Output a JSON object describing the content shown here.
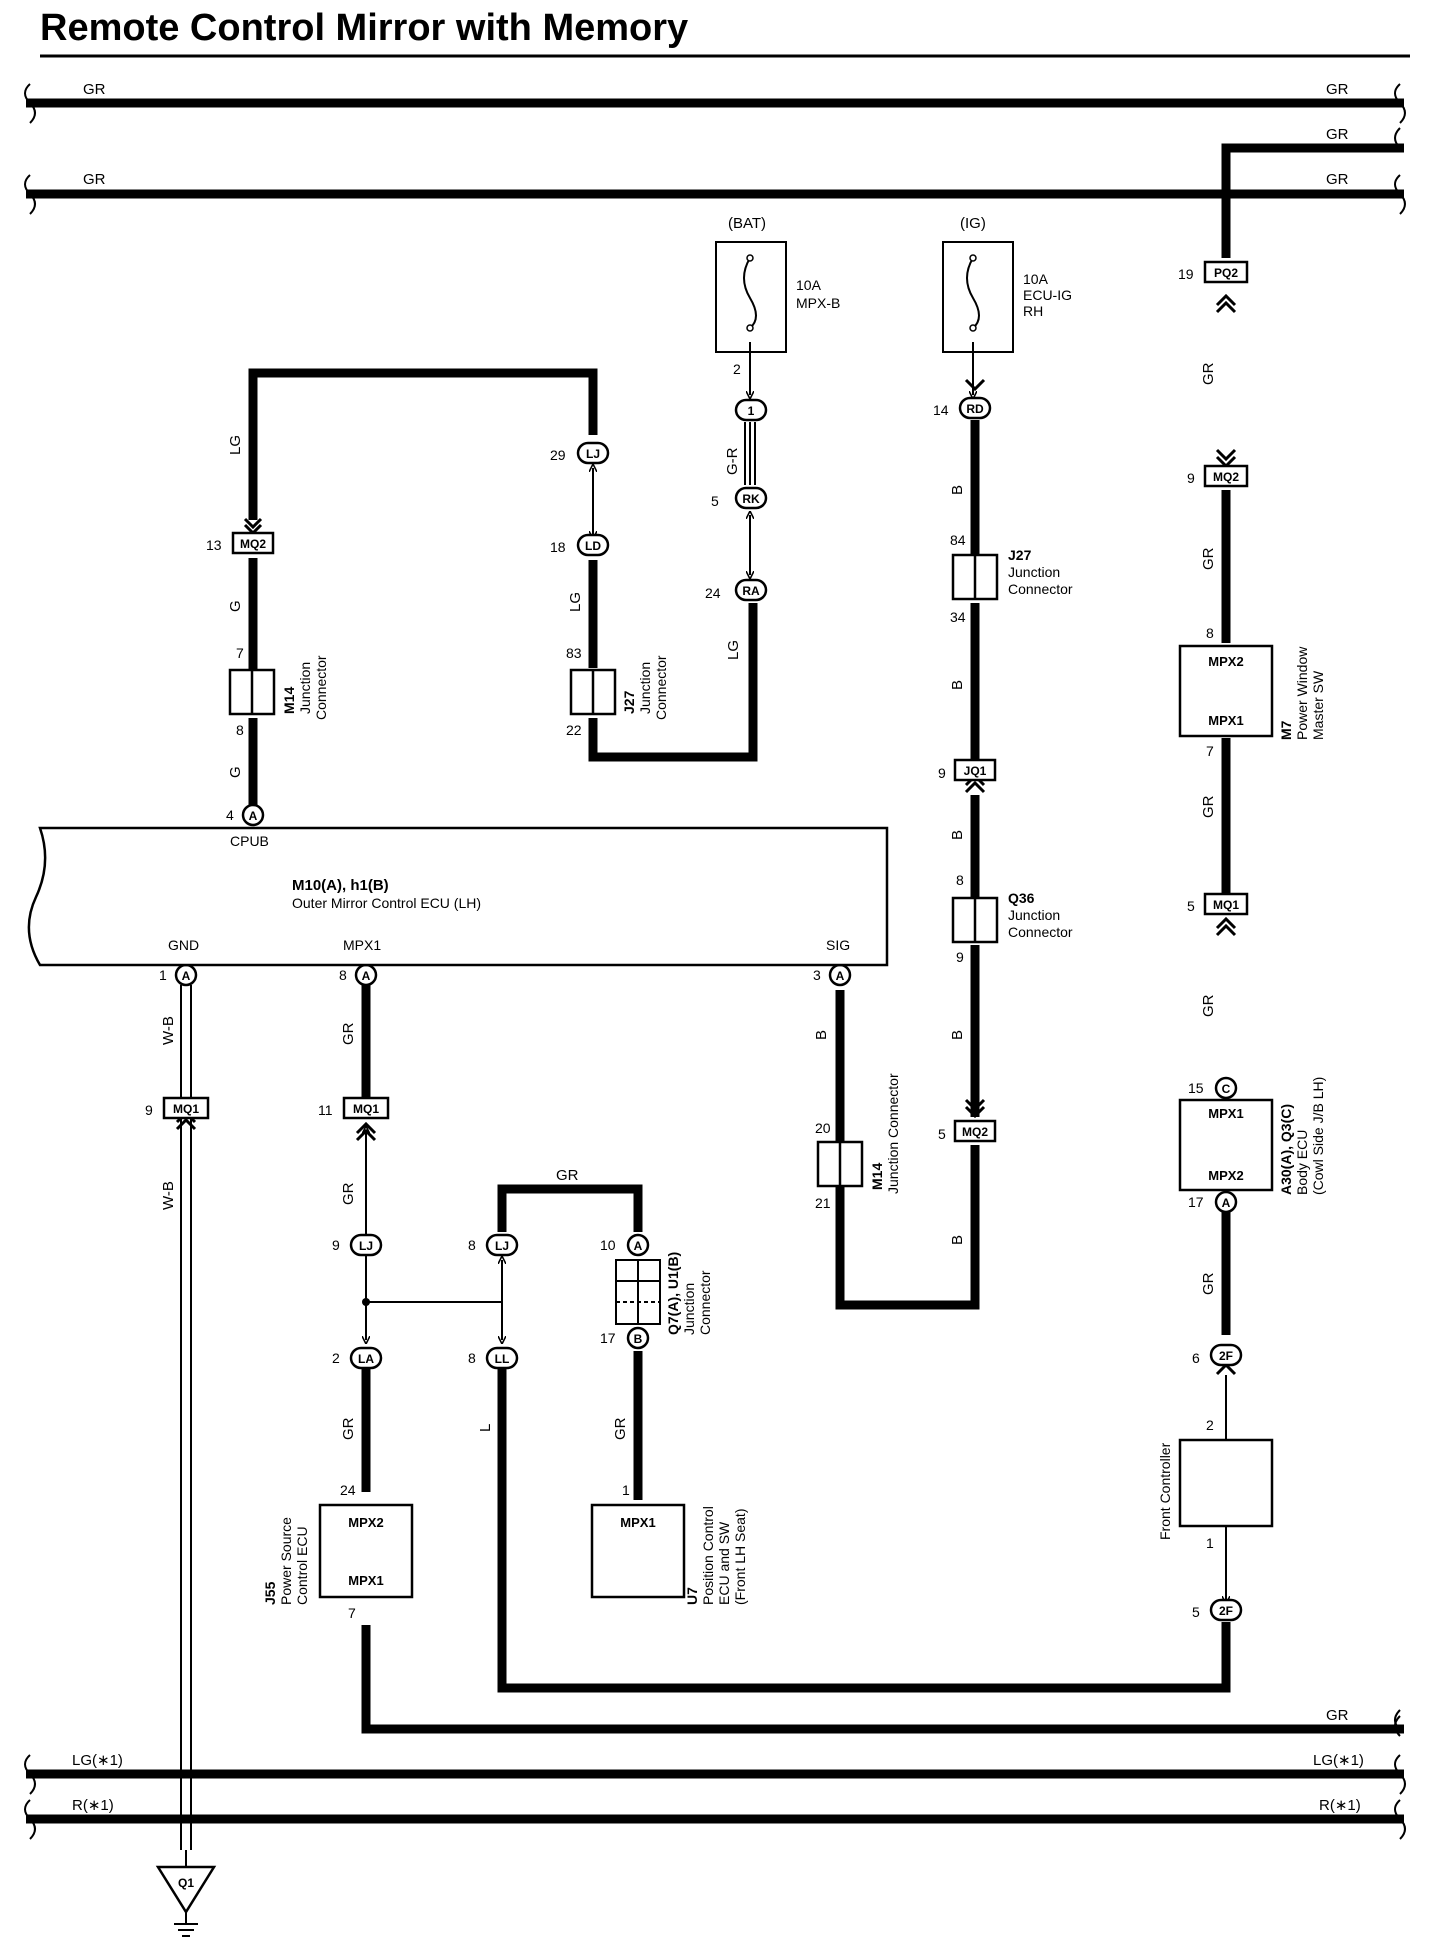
{
  "title": "Remote Control Mirror with Memory",
  "wire_colors": {
    "gr": "GR",
    "lg": "LG",
    "g": "G",
    "b": "B",
    "l": "L",
    "wb": "W-B",
    "gr_r": "G-R",
    "lg1": "LG(∗1)",
    "r1": "R(∗1)"
  },
  "power": {
    "bat": "(BAT)",
    "ig": "(IG)",
    "fuse_bat_amp": "10A",
    "fuse_bat_name": "MPX-B",
    "fuse_ig_amp": "10A",
    "fuse_ig_name1": "ECU-IG",
    "fuse_ig_name2": "RH"
  },
  "connectors": {
    "mq2": "MQ2",
    "mq1": "MQ1",
    "lj": "LJ",
    "ld": "LD",
    "rk": "RK",
    "ra": "RA",
    "rd": "RD",
    "jq1": "JQ1",
    "pq2": "PQ2",
    "la": "LA",
    "ll": "LL",
    "a": "A",
    "b": "B",
    "c": "C",
    "one": "1",
    "two_f": "2F",
    "q1": "Q1"
  },
  "pins": {
    "p2": "2",
    "p29": "29",
    "p18": "18",
    "p5": "5",
    "p24": "24",
    "p14": "14",
    "p84": "84",
    "p34": "34",
    "p13": "13",
    "p7": "7",
    "p8": "8",
    "p83": "83",
    "p22": "22",
    "p4": "4",
    "p9": "9",
    "p19": "19",
    "p3": "3",
    "p1": "1",
    "p11": "11",
    "p20": "20",
    "p21": "21",
    "p15": "15",
    "p17": "17",
    "p6": "6",
    "p10": "10"
  },
  "components": {
    "j27_id": "J27",
    "junction": "Junction",
    "connector": "Connector",
    "m14_id": "M14",
    "q36_id": "Q36",
    "junction_connector": "Junction Connector",
    "ecu_id": "M10(A), h1(B)",
    "ecu_name": "Outer Mirror Control ECU (LH)",
    "cpub": "CPUB",
    "gnd": "GND",
    "mpx1": "MPX1",
    "mpx2": "MPX2",
    "sig": "SIG",
    "m7_id": "M7",
    "m7_l1": "Power Window",
    "m7_l2": "Master SW",
    "body_id": "A30(A), Q3(C)",
    "body_l1": "Body ECU",
    "body_l2": "(Cowl Side J/B LH)",
    "q7_id": "Q7(A), U1(B)",
    "j55_id": "J55",
    "j55_l1": "Power Source",
    "j55_l2": "Control ECU",
    "u7_id": "U7",
    "u7_l1": "Position Control",
    "u7_l2": "ECU and SW",
    "u7_l3": "(Front LH Seat)",
    "front_controller": "Front Controller"
  }
}
